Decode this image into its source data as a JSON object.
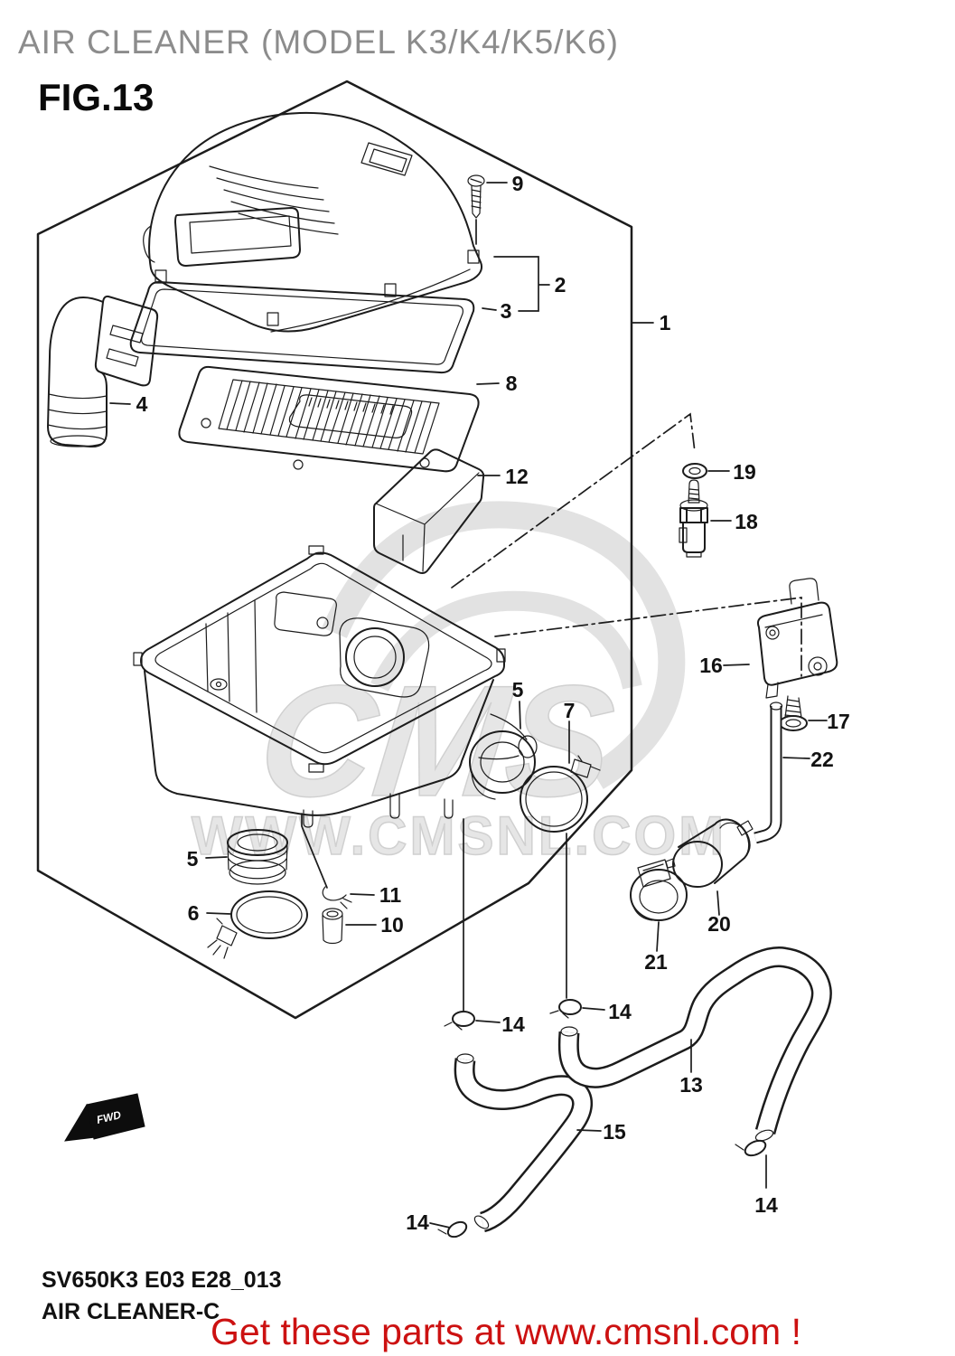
{
  "header": {
    "title": "AIR CLEANER (MODEL K3/K4/K5/K6)",
    "figure_label": "FIG.13"
  },
  "footer": {
    "model_code": "SV650K3 E03 E28_013",
    "diagram_name": "AIR CLEANER-C",
    "promo_text": "Get these parts at www.cmsnl.com !"
  },
  "watermark": {
    "logo_text": "CMS",
    "url_text": "WWW.CMSNL.COM"
  },
  "fwd_marker": {
    "label": "FWD"
  },
  "colors": {
    "line": "#1c1c1c",
    "title_gray": "#8c8c8c",
    "promo_red": "#cc1111",
    "watermark_gray": "#e6e6e6",
    "paper": "#ffffff"
  },
  "callouts": [
    {
      "label": "9"
    },
    {
      "label": "2"
    },
    {
      "label": "3"
    },
    {
      "label": "1"
    },
    {
      "label": "8"
    },
    {
      "label": "4"
    },
    {
      "label": "12"
    },
    {
      "label": "19"
    },
    {
      "label": "18"
    },
    {
      "label": "16"
    },
    {
      "label": "17"
    },
    {
      "label": "22"
    },
    {
      "label": "5"
    },
    {
      "label": "7"
    },
    {
      "label": "5"
    },
    {
      "label": "6"
    },
    {
      "label": "11"
    },
    {
      "label": "10"
    },
    {
      "label": "20"
    },
    {
      "label": "21"
    },
    {
      "label": "14"
    },
    {
      "label": "14"
    },
    {
      "label": "13"
    },
    {
      "label": "15"
    },
    {
      "label": "14"
    },
    {
      "label": "14"
    }
  ]
}
